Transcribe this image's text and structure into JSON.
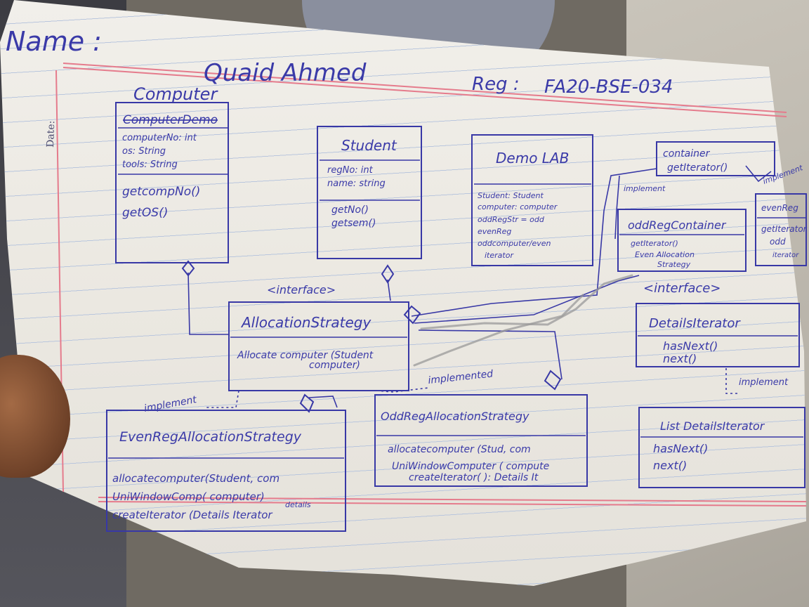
{
  "header": {
    "name_label": "Name :",
    "name_value": "Quaid Ahmed",
    "reg_label": "Reg :",
    "reg_value": "FA20-BSE-034",
    "date_label": "Date:"
  },
  "classes": {
    "computer": {
      "title": "Computer",
      "struck": "ComputerDemo",
      "attributes": [
        "computerNo: int",
        "os: String",
        "tools: String"
      ],
      "methods": [
        "getcompNo()",
        "getOS()"
      ]
    },
    "student": {
      "title": "Student",
      "attributes": [
        "regNo: int",
        "name: string"
      ],
      "methods": [
        "getNo()",
        "getsem()"
      ]
    },
    "demo_lab": {
      "title": "Demo LAB",
      "attributes": [
        "Student: Student",
        "computer: computer",
        "oddRegStr = odd",
        "evenReg",
        "oddcomputer/even",
        "iterator"
      ]
    },
    "container": {
      "title": "container",
      "methods": [
        "getIterator()"
      ]
    },
    "odd_reg_container": {
      "title": "oddRegContainer",
      "methods": [
        "getIterator()",
        "Even Allocation",
        "Strategy"
      ]
    },
    "even_container": {
      "title": "evenReg",
      "methods": [
        "getIterator",
        "odd",
        "iterator"
      ]
    },
    "allocation_strategy": {
      "stereotype": "<interface>",
      "title": "AllocationStrategy",
      "methods": [
        "Allocate computer (Student",
        "computer)"
      ]
    },
    "details_iterator": {
      "stereotype": "<interface>",
      "title": "DetailsIterator",
      "methods": [
        "hasNext()",
        "next()"
      ]
    },
    "even_reg": {
      "title": "EvenRegAllocationStrategy",
      "methods": [
        "allocatecomputer(Student, com",
        "UniWindowComp( computer)",
        "createIterator (Details Iterator",
        "details"
      ]
    },
    "odd_reg": {
      "title": "OddRegAllocationStrategy",
      "methods": [
        "allocatecomputer (Stud, com",
        "UniWindowComputer ( compute",
        "createIterator( ): Details It"
      ]
    },
    "list_details": {
      "title": "List DetailsIterator",
      "methods": [
        "hasNext()",
        "next()"
      ]
    }
  },
  "relations": {
    "implement_left": "implement",
    "implement_mid": "implemented",
    "implement_right": "implement",
    "implement_top_left": "implement",
    "implement_top_right": "implement",
    "interface_mid": "<interface>",
    "interface_right": "<interface>"
  },
  "colors": {
    "ink": "#3838a6",
    "paper": "#eeebe5",
    "rule_blue": "#b9c6dd",
    "margin_red": "#e57b8c"
  }
}
